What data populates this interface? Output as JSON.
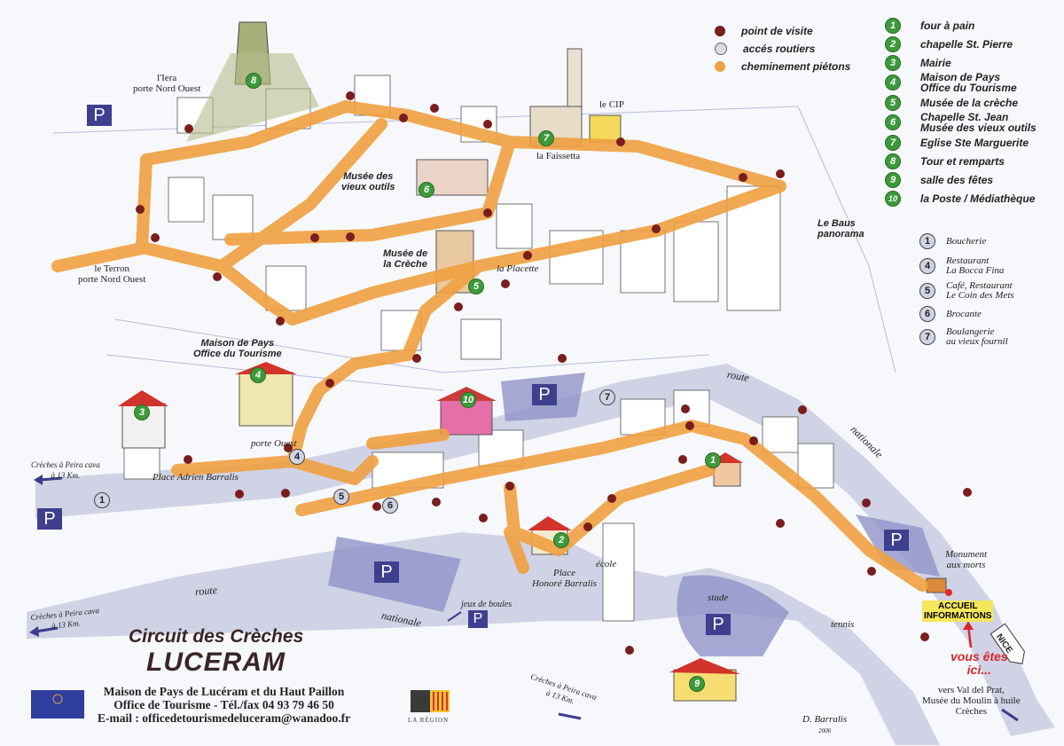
{
  "title": {
    "line1": "Circuit des Crèches",
    "line2": "LUCERAM"
  },
  "contact": {
    "line1": "Maison de Pays de Lucéram et du Haut Paillon",
    "line2": "Office de Tourisme  -  Tél./fax 04 93 79 46 50",
    "line3": "E-mail : officedetourismedeluceram@wanadoo.fr"
  },
  "logos": {
    "region": "LA RÉGION"
  },
  "legend": {
    "items": [
      {
        "label": "point de visite",
        "color": "#7a1d1d"
      },
      {
        "label": "accés routiers",
        "color": "#d9dce8"
      },
      {
        "label": "cheminement piétons",
        "color": "#f0a040"
      }
    ]
  },
  "sites": [
    {
      "n": "1",
      "label": "four à pain"
    },
    {
      "n": "2",
      "label": "chapelle St. Pierre"
    },
    {
      "n": "3",
      "label": "Mairie"
    },
    {
      "n": "4",
      "label": "Maison de Pays\nOffice du Tourisme"
    },
    {
      "n": "5",
      "label": "Musée de la crèche"
    },
    {
      "n": "6",
      "label": "Chapelle St. Jean\nMusée des vieux outils"
    },
    {
      "n": "7",
      "label": "Eglise Ste Marguerite"
    },
    {
      "n": "8",
      "label": "Tour et remparts"
    },
    {
      "n": "9",
      "label": "salle des fêtes"
    },
    {
      "n": "10",
      "label": "la Poste / Médiathèque"
    }
  ],
  "shops": [
    {
      "n": "1",
      "label": "Boucherie"
    },
    {
      "n": "4",
      "label": "Restaurant\nLa Bocca Fina"
    },
    {
      "n": "5",
      "label": "Café, Restaurant\nLe Coin des Mets"
    },
    {
      "n": "6",
      "label": "Brocante"
    },
    {
      "n": "7",
      "label": "Boulangerie\nau vieux fournil"
    }
  ],
  "parking_label": "P",
  "places": {
    "iera": "l'Iera\nporte Nord Ouest",
    "terron": "le Terron\nporte Nord Ouest",
    "musee_outils": "Musée des\nvieux outils",
    "musee_creche": "Musée de\nla Crèche",
    "placette": "la Placette",
    "cip": "le CIP",
    "faissetta": "la Faissetta",
    "baus": "Le Baus\npanorama",
    "maison_pays": "Maison de Pays\nOffice du Tourisme",
    "porte_ouest": "porte Ouest",
    "place_adrien": "Place Adrien Barralis",
    "place_honore": "Place\nHonoré Barralis",
    "peira1": "Crèches à Peira cava\nà 13 Km.",
    "peira2": "Crèches à Peira cava\nà 13 Km.",
    "peira3": "Crèches à Peira cava\nà 13 Km.",
    "route1": "route",
    "nationale1": "nationale",
    "route2": "route",
    "nationale2": "nationale",
    "ecole": "école",
    "stade": "stade",
    "jeux_boules": "jeux de boules",
    "tennis": "tennis",
    "monument": "Monument\naux morts",
    "accueil": "ACCUEIL\nINFORMATIONS",
    "vous_etes_ici": "vous êtes\nici...",
    "nice": "NICE",
    "val_del_prat": "vers Val del Prat,\nMusée du Moulin à huile\nCrèches",
    "signature": "D. Barralis",
    "signature_year": "2006"
  }
}
